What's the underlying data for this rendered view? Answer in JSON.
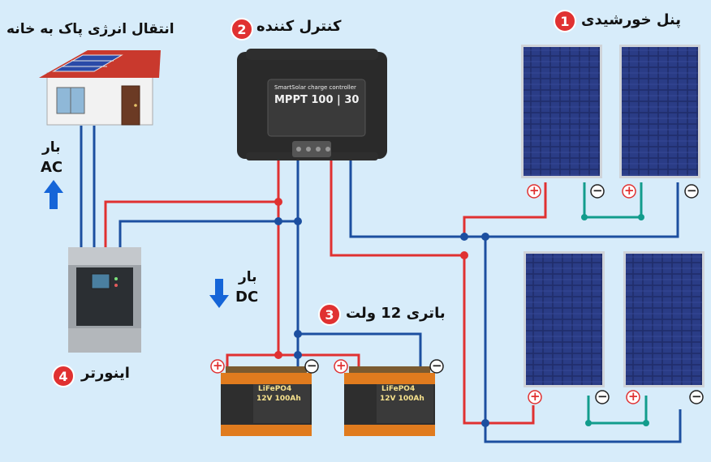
{
  "labels": {
    "solar_panel": "پنل خورشیدی",
    "controller": "کنترل کننده",
    "battery": "باتری 12 ولت",
    "inverter": "اینورتر",
    "transfer": "انتقال انرژی پاک به خانه",
    "ac_load_word": "بار",
    "ac_load": "AC",
    "dc_load_word": "بار",
    "dc_load": "DC"
  },
  "badges": {
    "solar_panel": "1",
    "controller": "2",
    "battery": "3",
    "inverter": "4"
  },
  "controller_face": {
    "brand": "SmartSolar charge controller",
    "model": "MPPT 100 | 30"
  },
  "battery_face": {
    "brand": "LiFePO4",
    "spec": "12V 100Ah"
  },
  "terminals": {
    "plus": "+",
    "minus": "−"
  },
  "colors": {
    "positive_wire": "#e03131",
    "negative_wire": "#1c4fa0",
    "panel_link": "#129c8c",
    "badge": "#e03131",
    "arrow": "#1565d8",
    "background": "#d7ecfa"
  }
}
